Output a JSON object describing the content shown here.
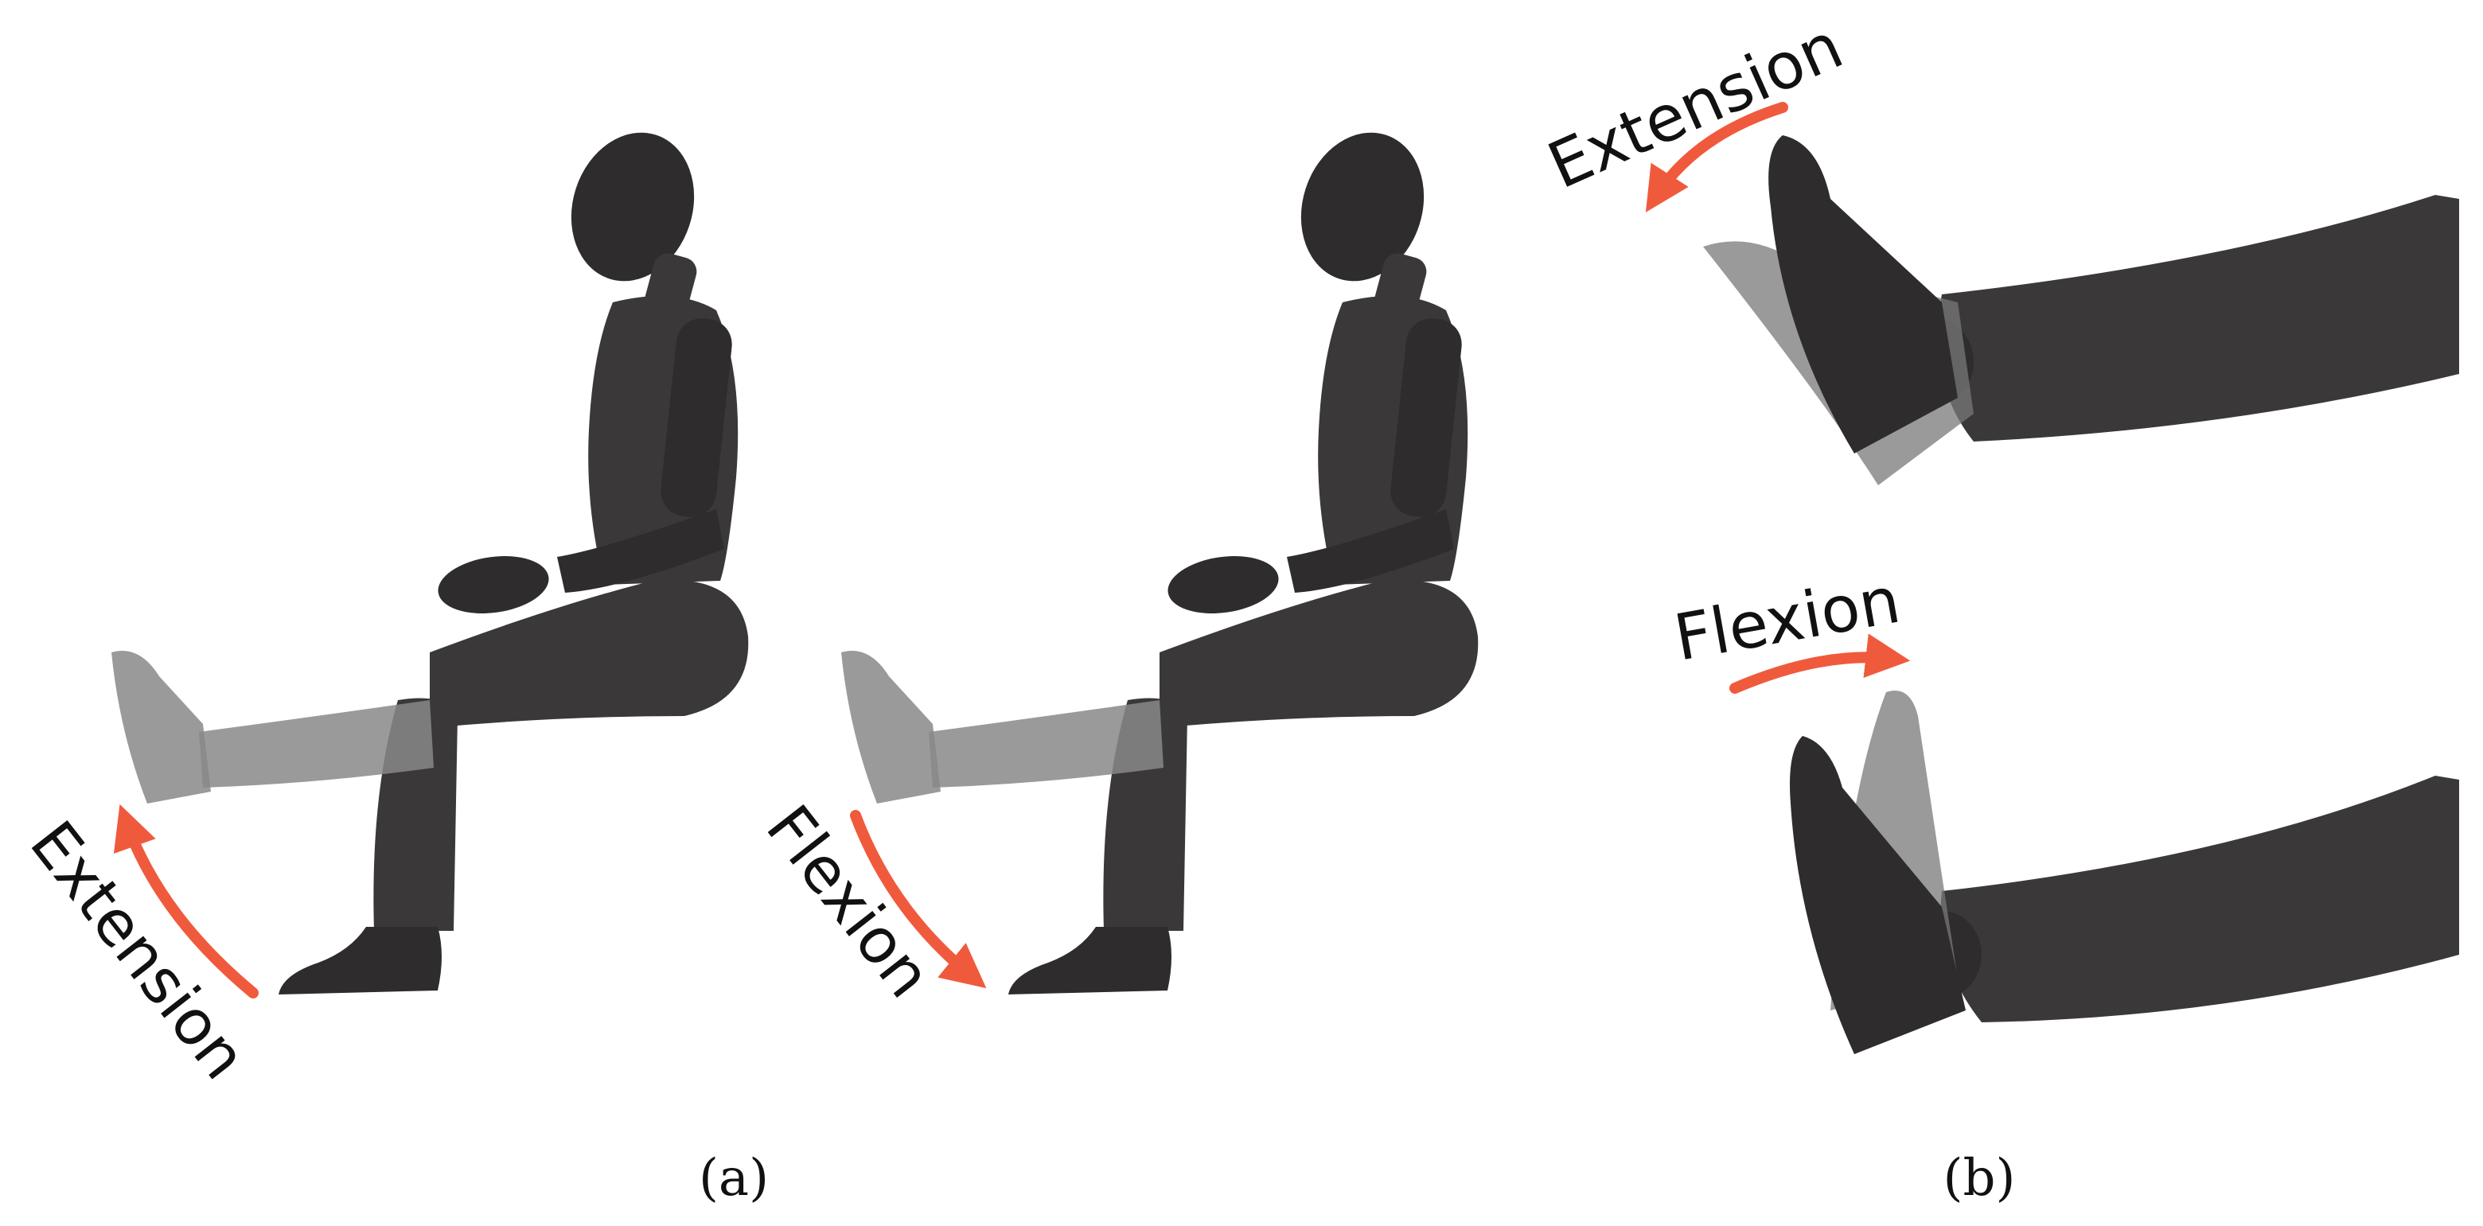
{
  "panel_a": {
    "left_motion_label": "Extension",
    "right_motion_label": "Flexion",
    "caption": "(a)"
  },
  "panel_b": {
    "top_motion_label": "Extension",
    "bottom_motion_label": "Flexion",
    "caption": "(b)"
  },
  "colors": {
    "arrow": "#f05a3c",
    "mannequin": "#3a3838",
    "ghost_limb": "#8a8888"
  }
}
